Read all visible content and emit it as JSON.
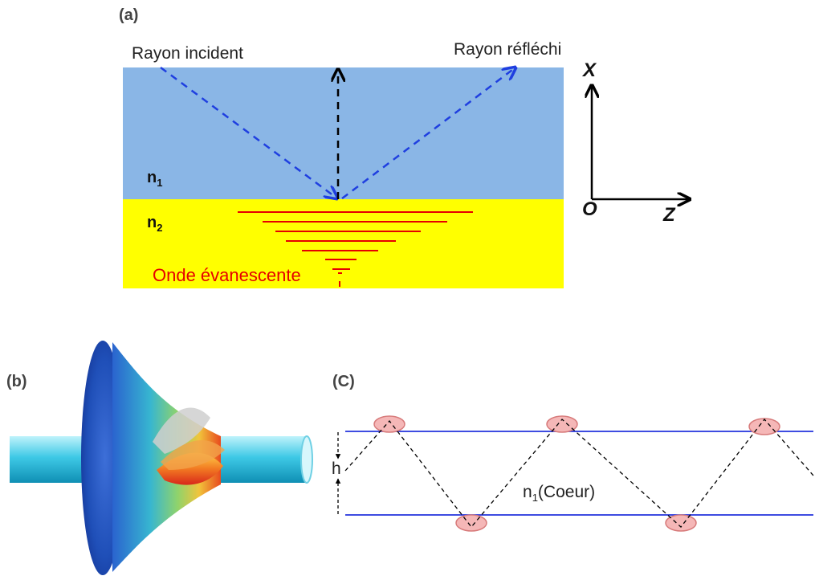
{
  "panels": {
    "a": "(a)",
    "b": "(b)",
    "c": "(C)"
  },
  "rays": {
    "incident": "Rayon incident",
    "reflected": "Rayon réfléchi"
  },
  "axes": {
    "x": "X",
    "origin": "O",
    "z": "Z"
  },
  "media": {
    "n1_base": "n",
    "n1_sub": "1",
    "n2_base": "n",
    "n2_sub": "2"
  },
  "evanescent": "Onde évanescente",
  "fiber": {
    "h_label": "h",
    "core_base": "n",
    "core_sub": "1",
    "core_text": "(Coeur)"
  },
  "colors": {
    "upper_medium": "#8ab6e6",
    "lower_medium": "#ffff00",
    "ray": "#1f3fe0",
    "evanescent": "#e60000",
    "core_line": "#2233dd",
    "reflection_spot": "#f5b7b7"
  }
}
